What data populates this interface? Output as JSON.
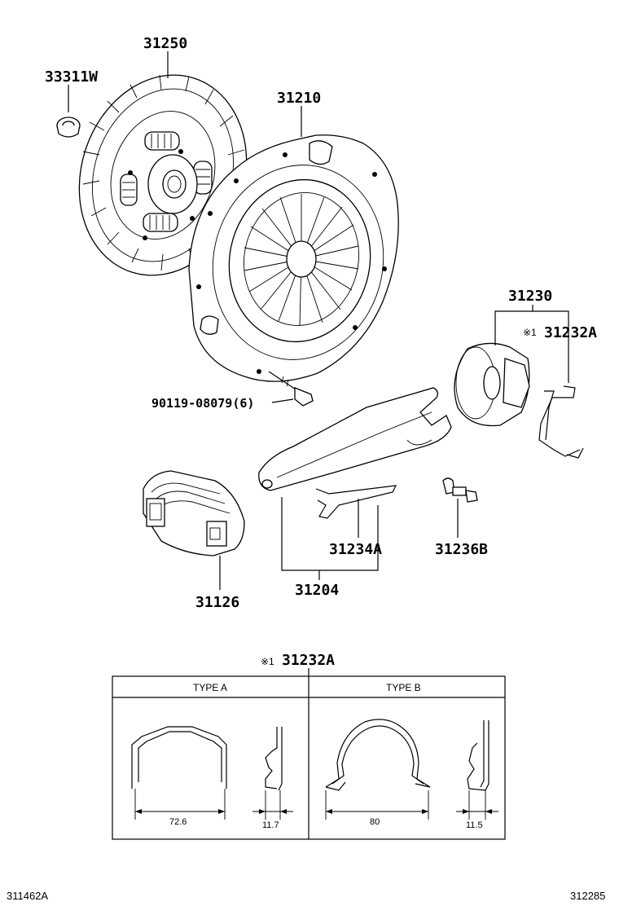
{
  "parts": {
    "p33311W": "33311W",
    "p31250": "31250",
    "p31210": "31210",
    "p31230": "31230",
    "p31232A": "31232A",
    "p31232A_note": "※1",
    "p90119": "90119-08079(6)",
    "p31234A": "31234A",
    "p31236B": "31236B",
    "p31126": "31126",
    "p31204": "31204"
  },
  "detail": {
    "note": "※1",
    "part": "31232A",
    "type_a": "TYPE A",
    "type_b": "TYPE B",
    "dim_a_width": "72.6",
    "dim_a_depth": "11.7",
    "dim_b_width": "80",
    "dim_b_depth": "11.5"
  },
  "footer": {
    "left_code": "311462A",
    "right_code": "312285"
  }
}
